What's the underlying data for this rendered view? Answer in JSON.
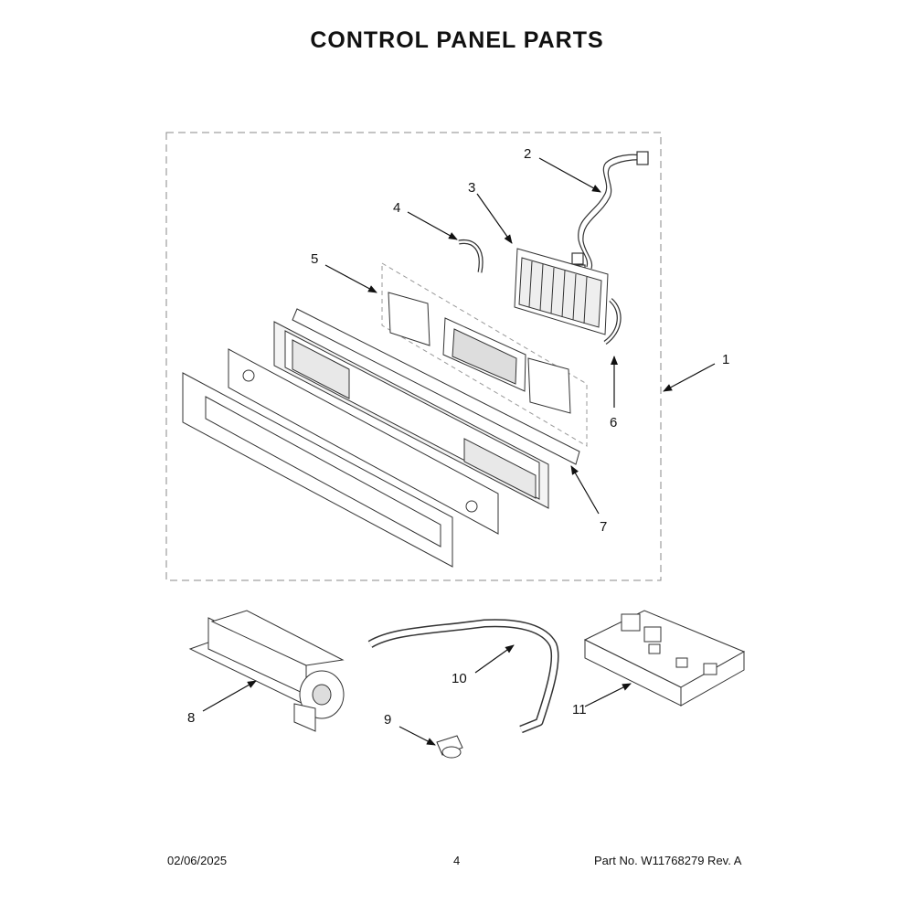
{
  "page": {
    "title": "CONTROL PANEL PARTS",
    "date": "02/06/2025",
    "page_number": "4",
    "part_number": "Part No.  W11768279  Rev.  A"
  },
  "callouts": {
    "c1": "1",
    "c2": "2",
    "c3": "3",
    "c4": "4",
    "c5": "5",
    "c6": "6",
    "c7": "7",
    "c8": "8",
    "c9": "9",
    "c10": "10",
    "c11": "11"
  }
}
